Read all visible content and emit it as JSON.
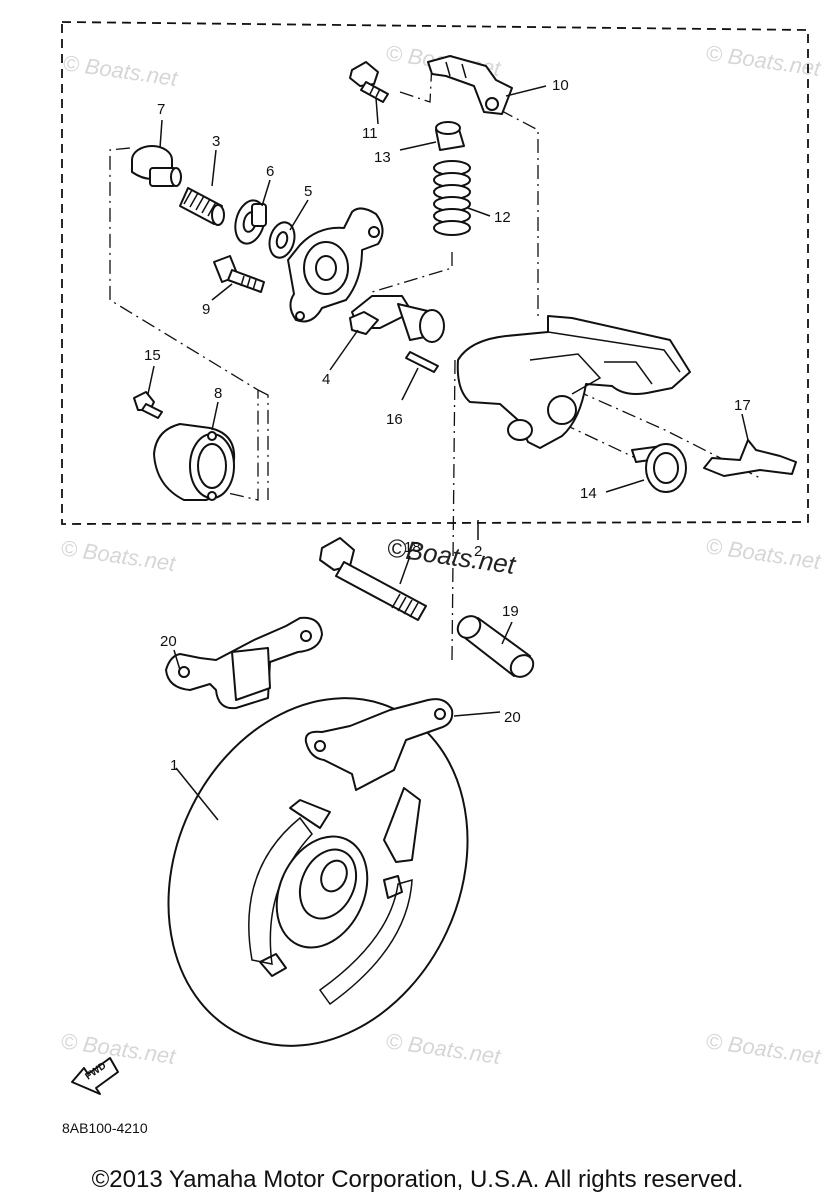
{
  "diagram": {
    "code": "8AB100-4210",
    "copyright": "©2013 Yamaha Motor Corporation, U.S.A. All rights reserved.",
    "fwd_label": "FWD",
    "watermark": "© Boats.net",
    "watermark_center": "©Boats.net",
    "callouts": {
      "c1": "1",
      "c2": "2",
      "c3": "3",
      "c4": "4",
      "c5": "5",
      "c6": "6",
      "c7": "7",
      "c8": "8",
      "c9": "9",
      "c10": "10",
      "c11": "11",
      "c12": "12",
      "c13": "13",
      "c14": "14",
      "c15": "15",
      "c16": "16",
      "c17": "17",
      "c18": "18",
      "c19": "19",
      "c20a": "20",
      "c20b": "20"
    }
  }
}
